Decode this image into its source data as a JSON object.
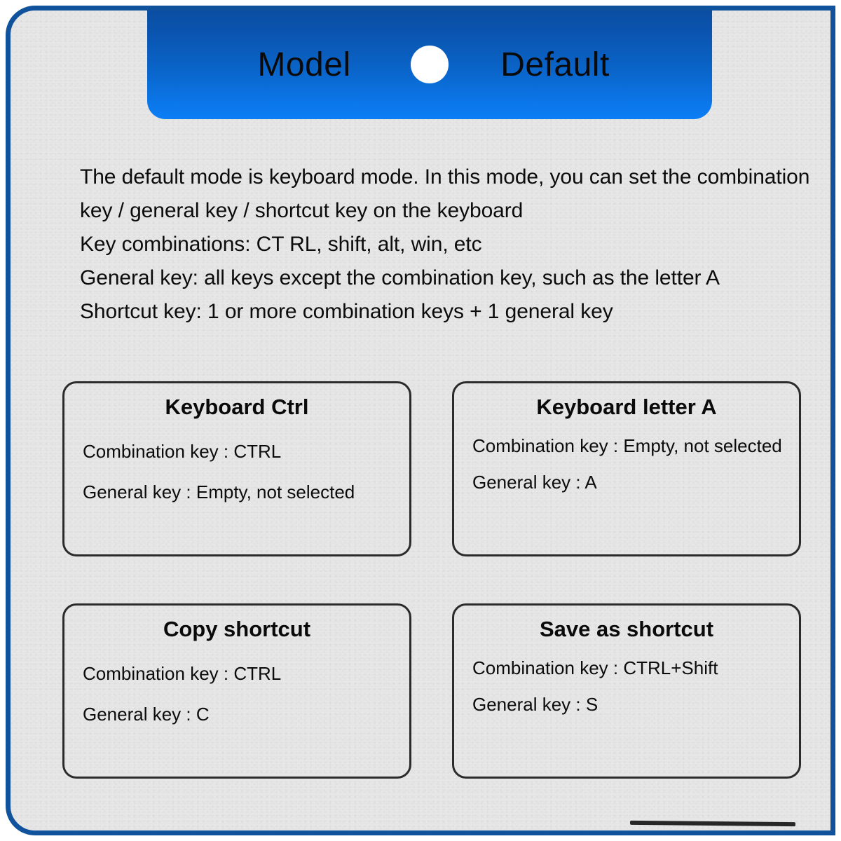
{
  "panel": {
    "border_color": "#11529c",
    "background_color": "#ebebeb"
  },
  "mode_tab": {
    "left_label": "Model",
    "right_label": "Default",
    "indicator": "white-circle",
    "gradient_from": "#0b4ea2",
    "gradient_to": "#0c7ef5"
  },
  "description": {
    "lines": [
      "The default mode is keyboard mode. In this mode, you can set the combination",
      "key / general key / shortcut key on the keyboard",
      "Key combinations: CT RL, shift, alt, win, etc",
      "General key: all keys except the combination key, such as the letter A",
      "Shortcut key: 1 or more combination keys + 1 general key"
    ]
  },
  "cards": [
    {
      "title": "Keyboard Ctrl",
      "combination_label": "Combination key : CTRL",
      "general_label": "General key : Empty, not selected"
    },
    {
      "title": "Keyboard letter A",
      "combination_label": "Combination key : Empty, not selected",
      "general_label": "General key : A"
    },
    {
      "title": "Copy shortcut",
      "combination_label": "Combination key : CTRL",
      "general_label": "General key : C"
    },
    {
      "title": "Save as shortcut",
      "combination_label": "Combination key : CTRL+Shift",
      "general_label": "General key : S"
    }
  ]
}
